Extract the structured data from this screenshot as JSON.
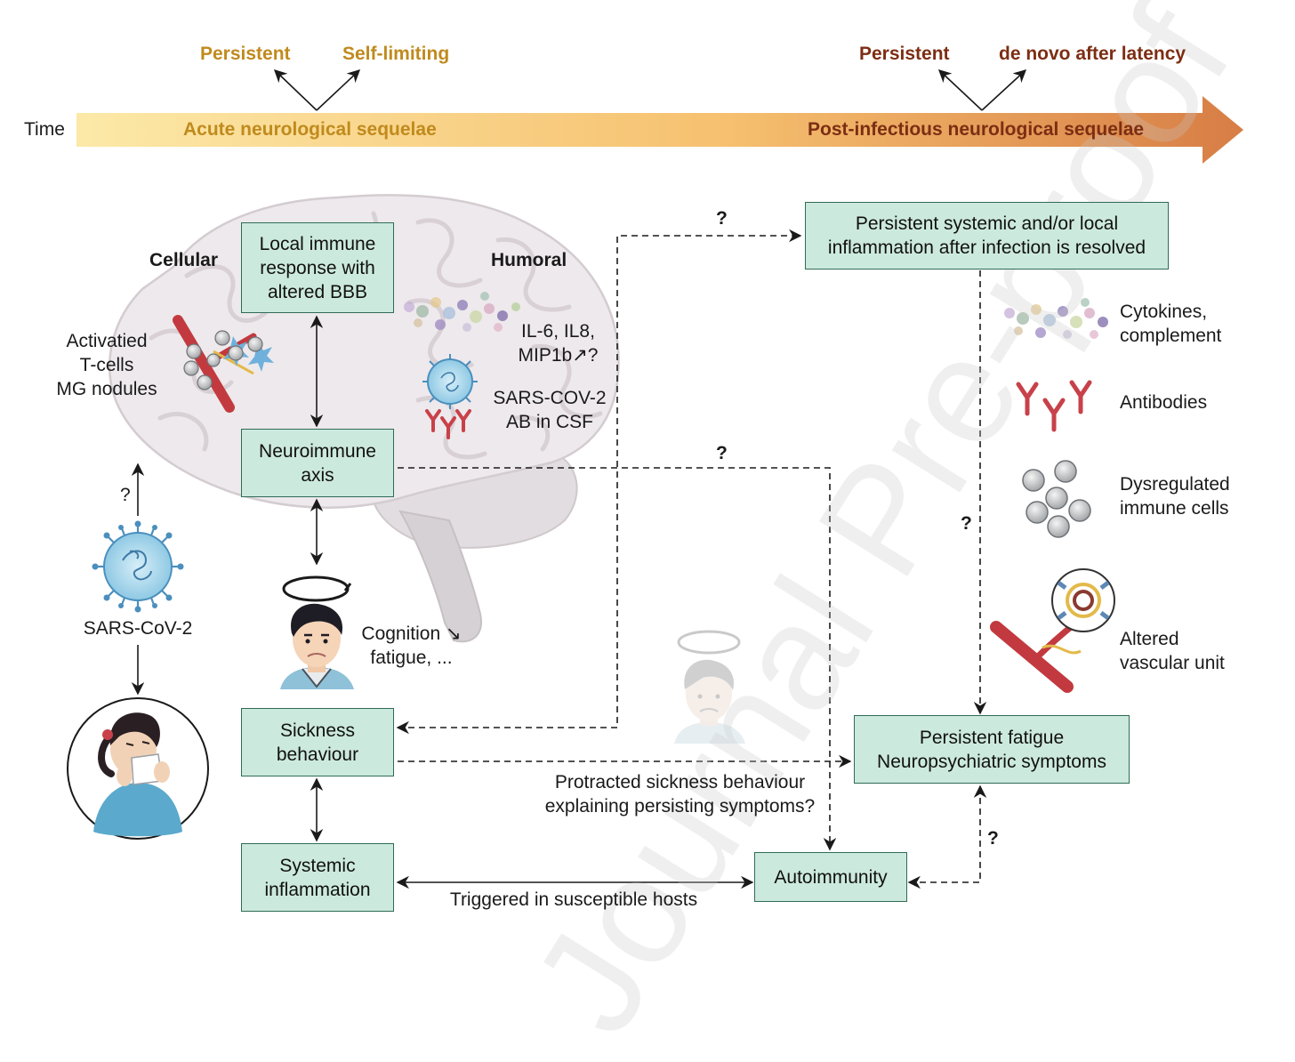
{
  "timeline": {
    "time_label": "Time",
    "acute_label": "Acute neurological sequelae",
    "post_label": "Post-infectious neurological sequelae",
    "acute_branches": [
      "Persistent",
      "Self-limiting"
    ],
    "post_branches": [
      "Persistent",
      "de novo after latency"
    ],
    "colors": {
      "start": "#fbe7a3",
      "mid": "#f6c36b",
      "end": "#d98046",
      "acute_text": "#c08a1d",
      "post_text": "#7c2e13"
    }
  },
  "brain": {
    "cellular_label": "Cellular",
    "humoral_label": "Humoral",
    "cellular_text": "Activatied\nT-cells\nMG nodules",
    "humoral_cytokines": "IL-6, IL8,\nMIP1b↗?",
    "humoral_ab": "SARS-COV-2\nAB in CSF"
  },
  "boxes": {
    "local_immune": "Local immune\nresponse with\naltered BBB",
    "neuroimmune": "Neuroimmune\naxis",
    "sickness": "Sickness\nbehaviour",
    "systemic": "Systemic\ninflammation",
    "persistent_inflammation": "Persistent systemic and/or local\ninflammation after infection is resolved",
    "persistent_fatigue": "Persistent fatigue\nNeuropsychiatric symptoms",
    "autoimmunity": "Autoimmunity"
  },
  "virus": {
    "label": "SARS-CoV-2",
    "question": "?"
  },
  "person": {
    "symptoms": "Cognition ↘\nfatigue, ..."
  },
  "edge_labels": {
    "q_top": "?",
    "q_mid": "?",
    "q_right": "?",
    "q_bottom": "?",
    "protracted": "Protracted sickness behaviour\nexplaining persisting symptoms?",
    "triggered": "Triggered in susceptible hosts"
  },
  "legend": {
    "items": [
      {
        "label": "Cytokines,\ncomplement",
        "icon": "cytokine-cloud"
      },
      {
        "label": "Antibodies",
        "icon": "antibody"
      },
      {
        "label": "Dysregulated\nimmune cells",
        "icon": "immune-cells"
      },
      {
        "label": "Altered\nvascular unit",
        "icon": "vessel"
      }
    ]
  },
  "watermark": "Journal Pre-proof"
}
